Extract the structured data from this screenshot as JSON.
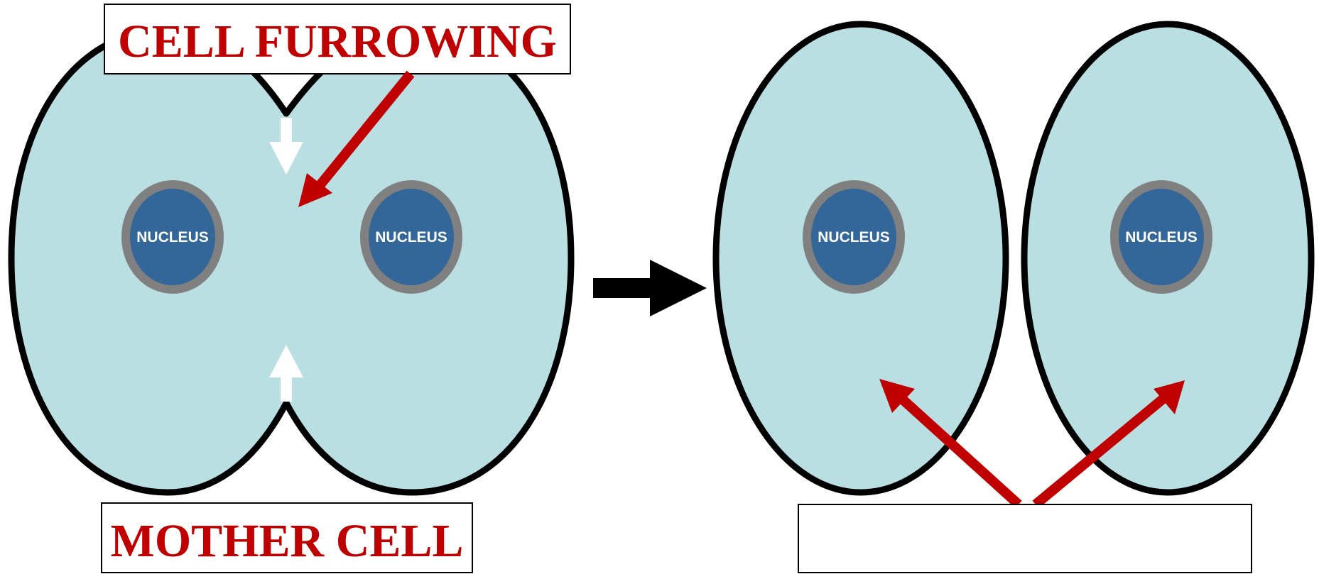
{
  "labels": {
    "cell_furrowing": "CELL FURROWING",
    "mother_cell": "MOTHER CELL",
    "daughter_cells": ""
  },
  "mother_cell": {
    "nuclei": [
      {
        "label": "NUCLEUS"
      },
      {
        "label": "NUCLEUS"
      }
    ]
  },
  "daughter_cells": {
    "cells": [
      {
        "nucleus_label": "NUCLEUS"
      },
      {
        "nucleus_label": "NUCLEUS"
      }
    ]
  },
  "colors": {
    "cytoplasm": "#b9dfe2",
    "membrane": "#000000",
    "nucleus_fill": "#336699",
    "nucleus_envelope": "#808080",
    "label_red": "#c00000",
    "furrow_arrows": "#ffffff",
    "process_arrow": "#000000"
  }
}
